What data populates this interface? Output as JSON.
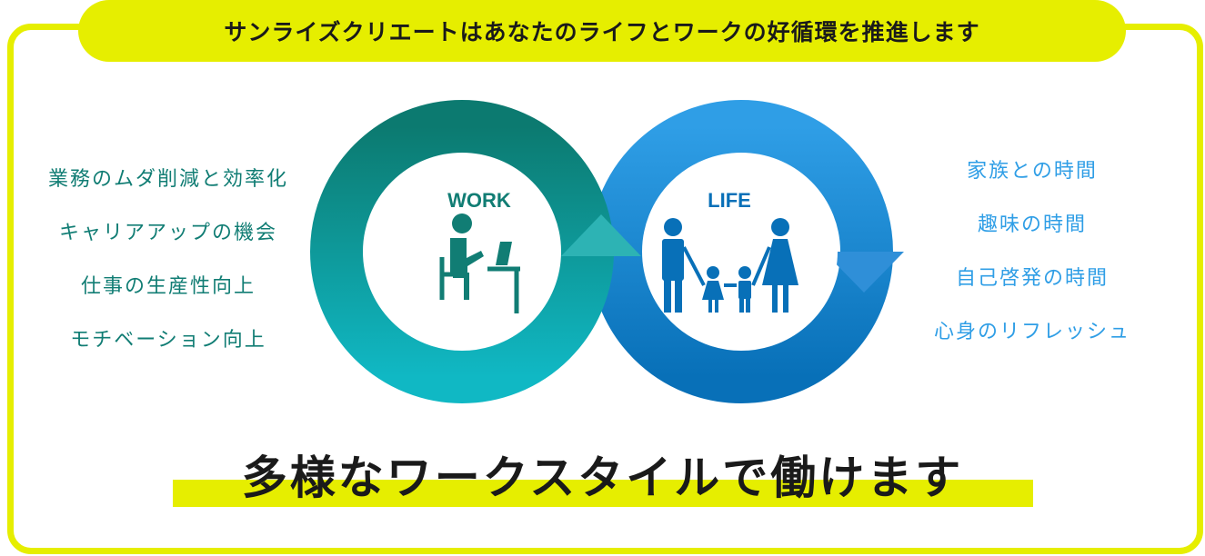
{
  "header": {
    "title": "サンライズクリエートはあなたのライフとワークの好循環を推進します"
  },
  "work": {
    "label": "WORK",
    "icon": "desk-worker-icon",
    "items": [
      "業務のムダ削減と効率化",
      "キャリアアップの機会",
      "仕事の生産性向上",
      "モチベーション向上"
    ]
  },
  "life": {
    "label": "LIFE",
    "icon": "family-icon",
    "items": [
      "家族との時間",
      "趣味の時間",
      "自己啓発の時間",
      "心身のリフレッシュ"
    ]
  },
  "tagline": "多様なワークスタイルで働けます",
  "colors": {
    "accent_yellow": "#e6ee00",
    "work_dark": "#0c7a70",
    "work_light": "#10b8c4",
    "life_dark": "#0870b8",
    "life_light": "#2f9ee6"
  }
}
